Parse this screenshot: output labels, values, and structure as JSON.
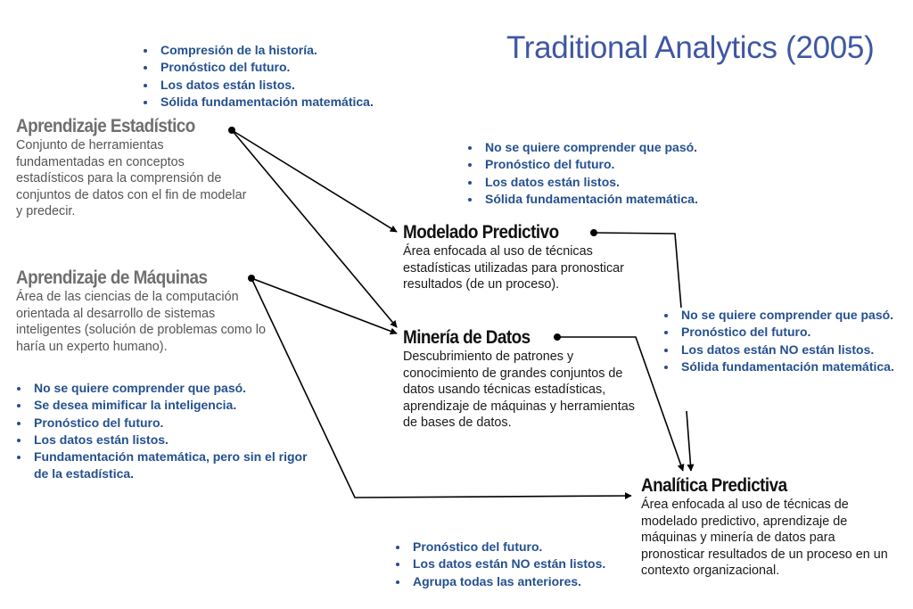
{
  "title": "Traditional Analytics (2005)",
  "nodes": {
    "aprendizaje_estadistico": {
      "title": "Aprendizaje Estadístico",
      "description": "Conjunto de herramientas fundamentadas en conceptos estadísticos para la comprensión de conjuntos de datos con el fin de modelar y predecir.",
      "bullets": [
        "Compresión de la historía.",
        "Pronóstico del futuro.",
        "Los datos están listos.",
        "Sólida fundamentación matemática."
      ]
    },
    "aprendizaje_maquinas": {
      "title": "Aprendizaje de Máquinas",
      "description": "Área de las ciencias de la computación orientada al desarrollo de sistemas inteligentes (solución de problemas como lo haría un experto humano).",
      "bullets": [
        "No se quiere comprender que pasó.",
        "Se desea mimificar la inteligencia.",
        "Pronóstico del futuro.",
        "Los datos están listos.",
        "Fundamentación matemática, pero sin el rigor de la estadística."
      ]
    },
    "modelado_predictivo": {
      "title": "Modelado Predictivo",
      "description": "Área enfocada al uso de técnicas estadísticas utilizadas para pronosticar resultados (de un proceso).",
      "bullets": [
        "No se quiere comprender que pasó.",
        "Pronóstico del futuro.",
        "Los datos están listos.",
        "Sólida fundamentación matemática."
      ]
    },
    "mineria_datos": {
      "title": "Minería de Datos",
      "description": "Descubrimiento de patrones y conocimiento de grandes conjuntos de datos usando técnicas estadísticas, aprendizaje de máquinas y herramientas de bases de datos.",
      "bullets": [
        "No se quiere comprender que pasó.",
        "Pronóstico del futuro.",
        "Los datos están NO están listos.",
        "Sólida fundamentación matemática."
      ]
    },
    "analitica_predictiva": {
      "title": "Analítica Predictiva",
      "description": "Área enfocada al uso de técnicas de modelado predictivo, aprendizaje de máquinas y minería de datos para pronosticar resultados de un proceso en un contexto organizacional.",
      "bullets": [
        "Pronóstico del futuro.",
        "Los datos están NO están listos.",
        "Agrupa todas las anteriores."
      ]
    }
  },
  "colors": {
    "title": "#3f57a3",
    "bullet_text": "#24508e",
    "gray_heading": "#6f6f6f",
    "arrow": "#000000"
  }
}
